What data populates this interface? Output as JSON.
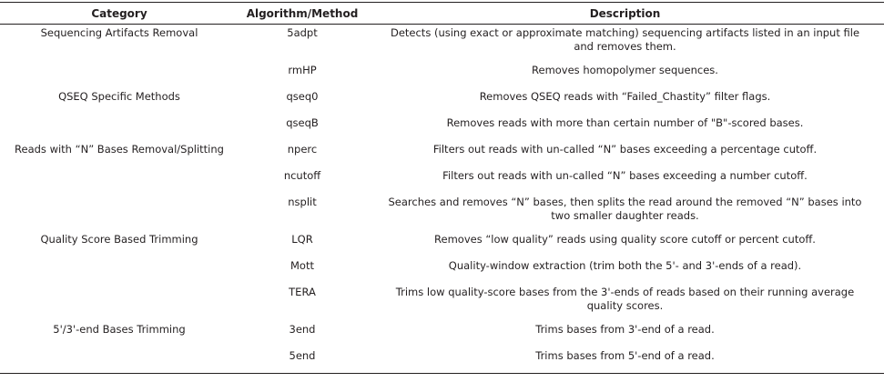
{
  "header": {
    "category": "Category",
    "algorithm": "Algorithm/Method",
    "description": "Description"
  },
  "rows": [
    {
      "category": "Sequencing Artifacts Removal",
      "algorithm": "5adpt",
      "description": "Detects (using exact or approximate matching) sequencing artifacts listed in an input file and removes them.",
      "tall": true
    },
    {
      "category": "",
      "algorithm": "rmHP",
      "description": "Removes homopolymer sequences.",
      "tall": false
    },
    {
      "category": "QSEQ Specific Methods",
      "algorithm": "qseq0",
      "description": "Removes QSEQ reads with “Failed_Chastity” filter flags.",
      "tall": false
    },
    {
      "category": "",
      "algorithm": "qseqB",
      "description": "Removes reads with more than certain number of \"B\"-scored bases.",
      "tall": false
    },
    {
      "category": "Reads with “N” Bases Removal/Splitting",
      "algorithm": "nperc",
      "description": "Filters out reads with un-called “N” bases exceeding a percentage cutoff.",
      "tall": false
    },
    {
      "category": "",
      "algorithm": "ncutoff",
      "description": "Filters out reads with un-called “N” bases exceeding a number cutoff.",
      "tall": false
    },
    {
      "category": "",
      "algorithm": "nsplit",
      "description": "Searches and removes “N” bases, then splits the read around the removed “N” bases into two smaller daughter reads.",
      "tall": true
    },
    {
      "category": "Quality Score Based Trimming",
      "algorithm": "LQR",
      "description": "Removes “low quality” reads using quality score cutoff or percent cutoff.",
      "tall": false
    },
    {
      "category": "",
      "algorithm": "Mott",
      "description": "Quality-window extraction (trim both the 5'- and 3'-ends of a read).",
      "tall": false
    },
    {
      "category": "",
      "algorithm": "TERA",
      "description": "Trims low quality-score bases from the 3'-ends of reads based on their running average quality scores.",
      "tall": true
    },
    {
      "category": "5'/3'-end Bases Trimming",
      "algorithm": "3end",
      "description": "Trims bases from 3'-end of a read.",
      "tall": false
    },
    {
      "category": "",
      "algorithm": "5end",
      "description": "Trims bases from 5'-end of a read.",
      "tall": false
    }
  ]
}
